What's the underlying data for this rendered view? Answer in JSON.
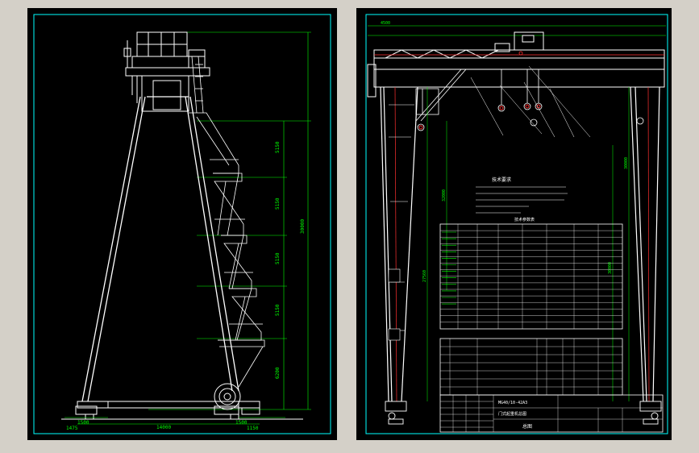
{
  "colors": {
    "background": "#d4d0c8",
    "canvas": "#000000",
    "line": "#ffffff",
    "cyan": "#00ffff",
    "green": "#00ff00",
    "red": "#ff3030",
    "yellow": "#ffff00"
  },
  "left_view": {
    "dims_vertical": [
      "5150",
      "5150",
      "5150",
      "5150",
      "6200",
      "30000"
    ],
    "dim_span": "14000",
    "dim_small_left": "1500",
    "dim_small_left2": "1475",
    "dim_small_right": "1500",
    "dim_small_right2": "1150"
  },
  "right_view": {
    "dim_top": "4500",
    "dim_left_height": "27560",
    "dim_inner_height": "32000",
    "dim_right_height": "30000",
    "dim_right_top": "30000",
    "notes_title": "技术要求",
    "notes": [
      "1. 起重机轨道...(原图文字模糊)",
      "2. ...",
      "3. ...",
      "4. ..."
    ],
    "table_title": "技术参数表",
    "title_block": {
      "name": "总图",
      "model": "MG40/10-42A3",
      "subtitle": "门式起重机总图"
    }
  }
}
